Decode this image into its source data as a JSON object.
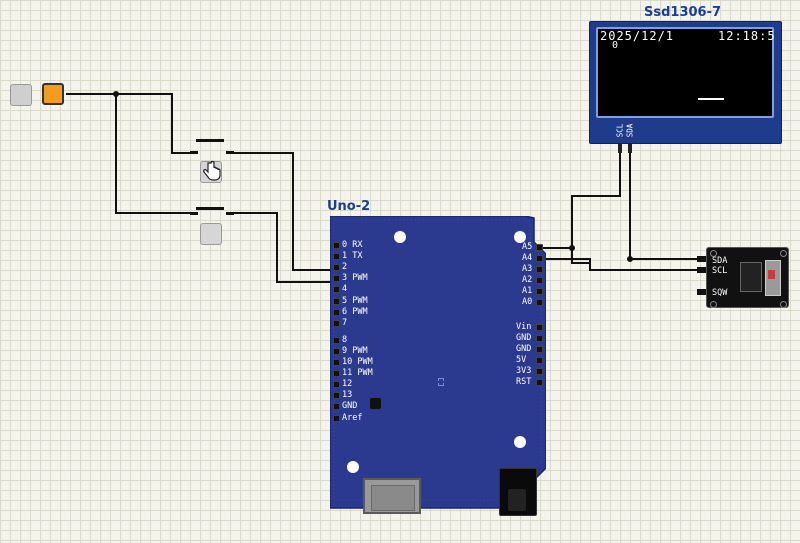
{
  "canvas": {
    "components": {
      "uno": {
        "title": "Uno-2"
      },
      "oled": {
        "title": "Ssd1306-7",
        "date": "2025/12/1",
        "time": "12:18:5",
        "cursor_char": "0",
        "pin_scl": "SCL",
        "pin_sda": "SDA"
      },
      "rtc": {
        "pin_sda": "SDA",
        "pin_scl": "SCL",
        "pin_sqw": "SQW"
      }
    },
    "uno_left_pins": [
      "0 RX",
      "1 TX",
      "2",
      "3 PWM",
      "4",
      "5 PWM",
      "6 PWM",
      "7",
      "8",
      "9 PWM",
      "10 PWM",
      "11 PWM",
      "12",
      "13",
      "GND",
      "Aref"
    ],
    "uno_right_top_pins": [
      "A5",
      "A4",
      "A3",
      "A2",
      "A1",
      "A0"
    ],
    "uno_right_bottom_pins": [
      "Vin",
      "GND",
      "GND",
      "5V",
      "3V3",
      "RST"
    ]
  },
  "colors": {
    "board": "#2b3a8f",
    "oled_bezel": "#1f3b8c",
    "switch_on": "#f39c1f",
    "accent_title": "#1a3d9a"
  },
  "icons": {
    "hand": "hand-pointer-icon"
  }
}
